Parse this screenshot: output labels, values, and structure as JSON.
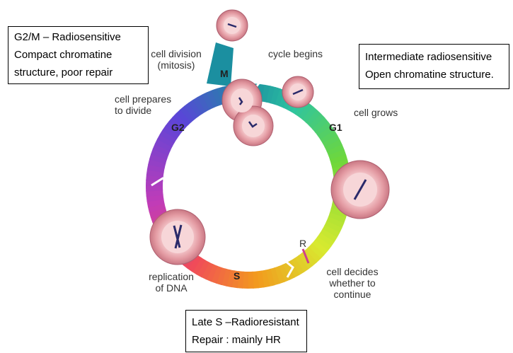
{
  "boxes": {
    "g2m": {
      "line1": "G2/M – Radiosensitive",
      "line2": "Compact chromatine",
      "line3": "structure, poor repair"
    },
    "g1": {
      "line1": "Intermediate radiosensitive",
      "line2": "Open chromatine structure."
    },
    "s": {
      "line1": "Late S –Radioresistant",
      "line2": "Repair : mainly HR"
    }
  },
  "phases": {
    "m": "M",
    "g1": "G1",
    "s": "S",
    "g2": "G2",
    "r": "R"
  },
  "labels": {
    "cell_division": "cell division",
    "mitosis": "(mitosis)",
    "cycle_begins": "cycle begins",
    "cell_grows": "cell grows",
    "cell_prepares_1": "cell prepares",
    "cell_prepares_2": "to divide",
    "replication_1": "replication",
    "replication_2": "of DNA",
    "decides_1": "cell decides",
    "decides_2": "whether to",
    "decides_3": "continue"
  },
  "colors": {
    "ring_m": "#1b8fa0",
    "ring_g1_start": "#2ec4a0",
    "ring_g1": "#6fd83a",
    "ring_g1_end": "#d8ea30",
    "ring_s": "#f29a1e",
    "ring_s_end": "#f04a5a",
    "ring_g2": "#c03cb8",
    "ring_g2_end": "#5a45d8",
    "cell_outer": "#e8a0a8",
    "cell_inner": "#f7d6d8",
    "chromosome": "#2a2a6a",
    "restriction_mark": "#d0408a"
  }
}
